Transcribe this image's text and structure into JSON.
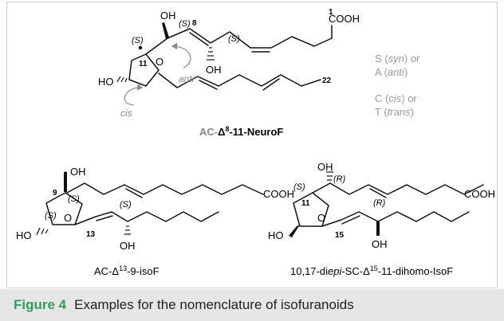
{
  "figure": {
    "caption_label": "Figure 4",
    "caption_text": "Examples for the nomenclature of isofuranoids"
  },
  "legend": {
    "s_letter": "S",
    "s_word": "syn",
    "or1": "or",
    "a_letter": "A",
    "a_word": "anti",
    "c_letter": "C",
    "c_word": "cis",
    "or2": "or",
    "t_letter": "T",
    "t_word": "trans"
  },
  "top_molecule": {
    "name_prefix": "AC-",
    "name_delta": "Δ",
    "name_sup": "8",
    "name_suffix": "-11-NeuroF",
    "atoms": {
      "oh_top": "OH",
      "oh_mid": "OH",
      "cooh": "COOH",
      "ring_o": "O",
      "ho_left": "HO",
      "num_1": "1",
      "num_8": "8",
      "num_11": "11",
      "num_22": "22",
      "s1": "(S)",
      "s2": "(S)",
      "s3": "(S)",
      "anti": "anti",
      "cis": "cis"
    }
  },
  "bottom_left": {
    "name_prefix": "AC-",
    "name_delta": "Δ",
    "name_sup": "13",
    "name_suffix": "-9-isoF",
    "atoms": {
      "oh_top": "OH",
      "cooh": "COOH",
      "num_9": "9",
      "s1": "(S)",
      "s2": "(S)",
      "ring_o": "O",
      "ho": "HO",
      "s3": "(S)",
      "num_13": "13",
      "oh_bottom": "OH"
    }
  },
  "bottom_right": {
    "name_a": "10,17-di",
    "name_epi": "epi",
    "name_b": "-SC-",
    "name_delta": "Δ",
    "name_sup": "15",
    "name_c": "-11-dihomo-IsoF",
    "atoms": {
      "oh_top": "OH",
      "s1": "(S)",
      "r1": "(R)",
      "cooh": "COOH",
      "num_11": "11",
      "ring_o": "O",
      "ho": "HO",
      "r2": "(R)",
      "num_15": "15",
      "oh_bottom": "OH"
    }
  }
}
